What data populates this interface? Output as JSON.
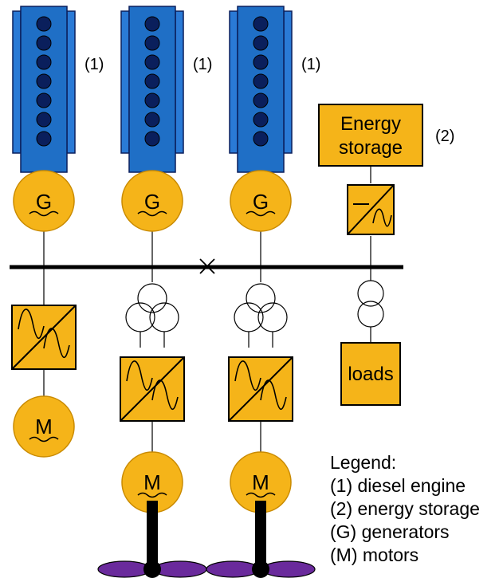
{
  "engine_label": "(1)",
  "storage_label": "(2)",
  "generator_symbol": "G",
  "motor_symbol": "M",
  "energy_storage_lines": [
    "Energy",
    "storage"
  ],
  "loads_label": "loads",
  "legend": {
    "title": "Legend:",
    "items": [
      "(1) diesel engine",
      "(2) energy storage",
      "(G) generators",
      "(M) motors"
    ]
  },
  "colors": {
    "engine_blue": "#1f6fc6",
    "engine_dark": "#0a1f5c",
    "component_orange": "#f5b419",
    "propeller_purple": "#6a2a9c",
    "line_black": "#000000"
  },
  "icons": [
    "diesel-engine-icon",
    "generator-icon",
    "motor-icon",
    "converter-icon",
    "transformer-icon",
    "propeller-icon",
    "breaker-icon"
  ]
}
